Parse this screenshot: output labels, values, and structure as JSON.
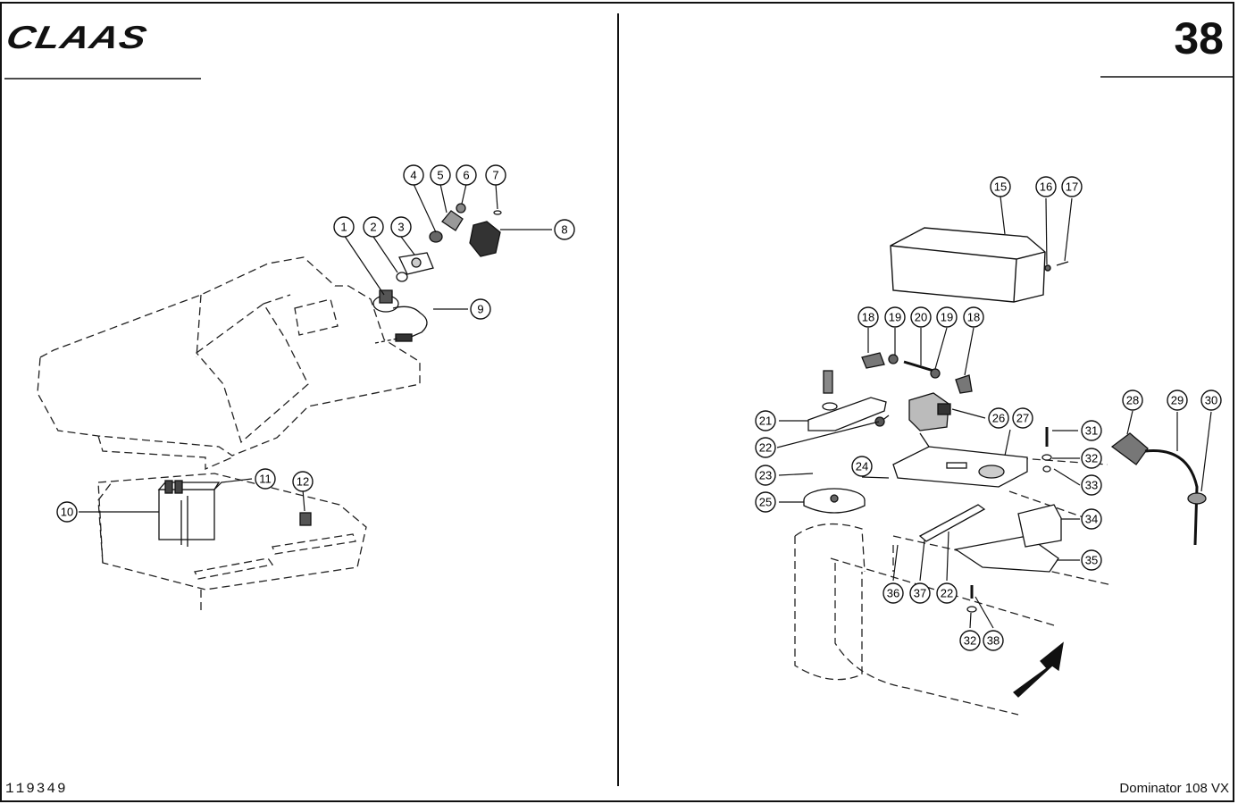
{
  "header": {
    "logo_text": "CLAAS",
    "page_number": "38"
  },
  "footer": {
    "drawing_number": "119349",
    "model": "Dominator 108 VX"
  },
  "callouts": [
    "1",
    "2",
    "3",
    "4",
    "5",
    "6",
    "7",
    "8",
    "9",
    "10",
    "11",
    "12",
    "15",
    "16",
    "17",
    "18",
    "19",
    "20",
    "19",
    "18",
    "21",
    "22",
    "23",
    "24",
    "25",
    "26",
    "27",
    "28",
    "29",
    "30",
    "31",
    "32",
    "33",
    "34",
    "35",
    "36",
    "37",
    "22",
    "32",
    "38"
  ],
  "colors": {
    "ink": "#111111",
    "paper": "#ffffff"
  }
}
